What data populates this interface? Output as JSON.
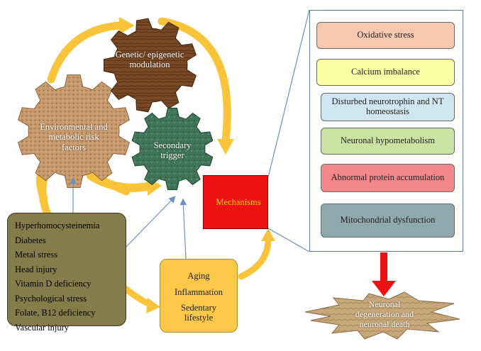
{
  "gears": {
    "genetic": "Genetic/ epigenetic modulation",
    "environmental": "Environmental and metabolic risk factors",
    "secondary": "Secondary trigger"
  },
  "risk_factors": [
    "Hyperhomocysteinemia",
    "Diabetes",
    "Metal stress",
    "Head injury",
    "Vitamin D deficiency",
    "Psychological stress",
    "Folate, B12 deficiency",
    "Vascular injury"
  ],
  "lifestyle": {
    "aging": "Aging",
    "inflammation": "Inflammation",
    "sedentary": "Sedentary lifestyle"
  },
  "mechanisms_label": "Mechanisms",
  "mechanisms": [
    {
      "label": "Oxidative stress",
      "color": "#f6c9ae"
    },
    {
      "label": "Calcium imbalance",
      "color": "#fdfda6"
    },
    {
      "label": "Disturbed neurotrophin and NT homeostasis",
      "color": "#d0e6f1"
    },
    {
      "label": "Neuronal hypometabolism",
      "color": "#c8e3a2"
    },
    {
      "label": "Abnormal protein accumulation",
      "color": "#f4878a"
    },
    {
      "label": "Mitochondrial dysfunction",
      "color": "#8fa7ae"
    }
  ],
  "outcome": "Neuronal degeneration and neuronal death",
  "colors": {
    "arrow_yellow": "#f9c43a",
    "arrow_blue": "#6a8fc0",
    "mechanism_red": "#ee1111",
    "outcome_arrow": "#ee1111"
  }
}
